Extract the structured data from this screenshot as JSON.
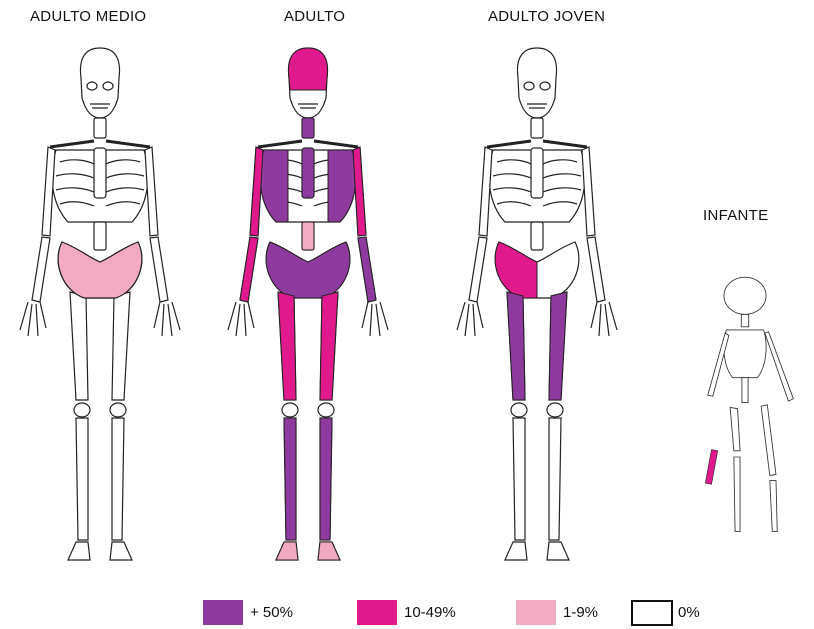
{
  "figures": [
    {
      "label": "ADULTO MEDIO"
    },
    {
      "label": "ADULTO"
    },
    {
      "label": "ADULTO JOVEN"
    },
    {
      "label": "INFANTE"
    }
  ],
  "legend": [
    {
      "label": "+ 50%",
      "color": "#8e3a9e"
    },
    {
      "label": "10-49%",
      "color": "#e01a8c"
    },
    {
      "label": "1-9%",
      "color": "#f2a9c2"
    },
    {
      "label": "0%",
      "color": "#ffffff"
    }
  ]
}
